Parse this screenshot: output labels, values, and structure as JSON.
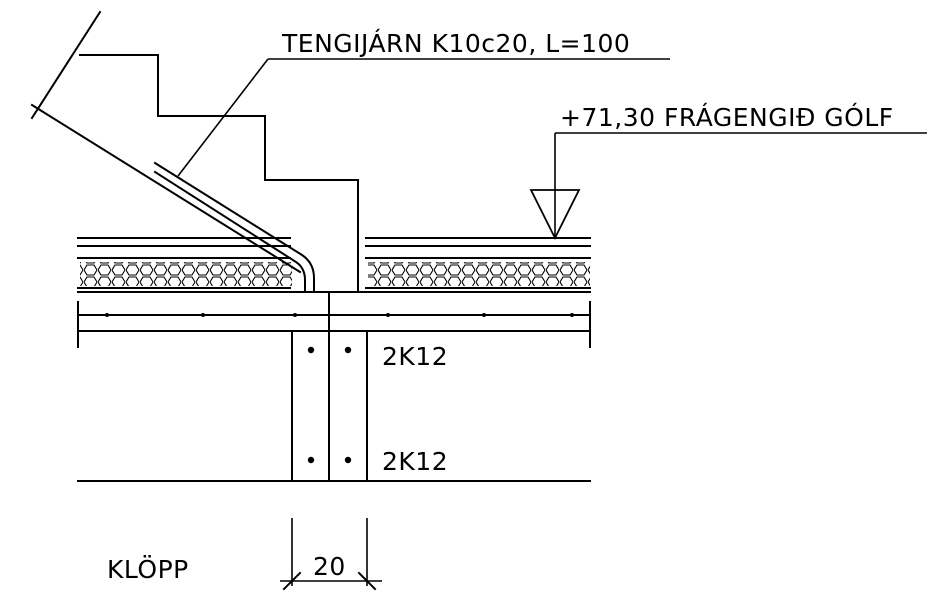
{
  "labels": {
    "rebar_note": "TENGIJÁRN K10c20, L=100",
    "floor_level": "+71,30 FRÁGENGIÐ GÓLF",
    "bars_top": "2K12",
    "bars_bottom": "2K12",
    "section_name": "KLÖPP",
    "dimension": "20"
  },
  "colors": {
    "ink": "#000000",
    "paper": "#ffffff"
  }
}
